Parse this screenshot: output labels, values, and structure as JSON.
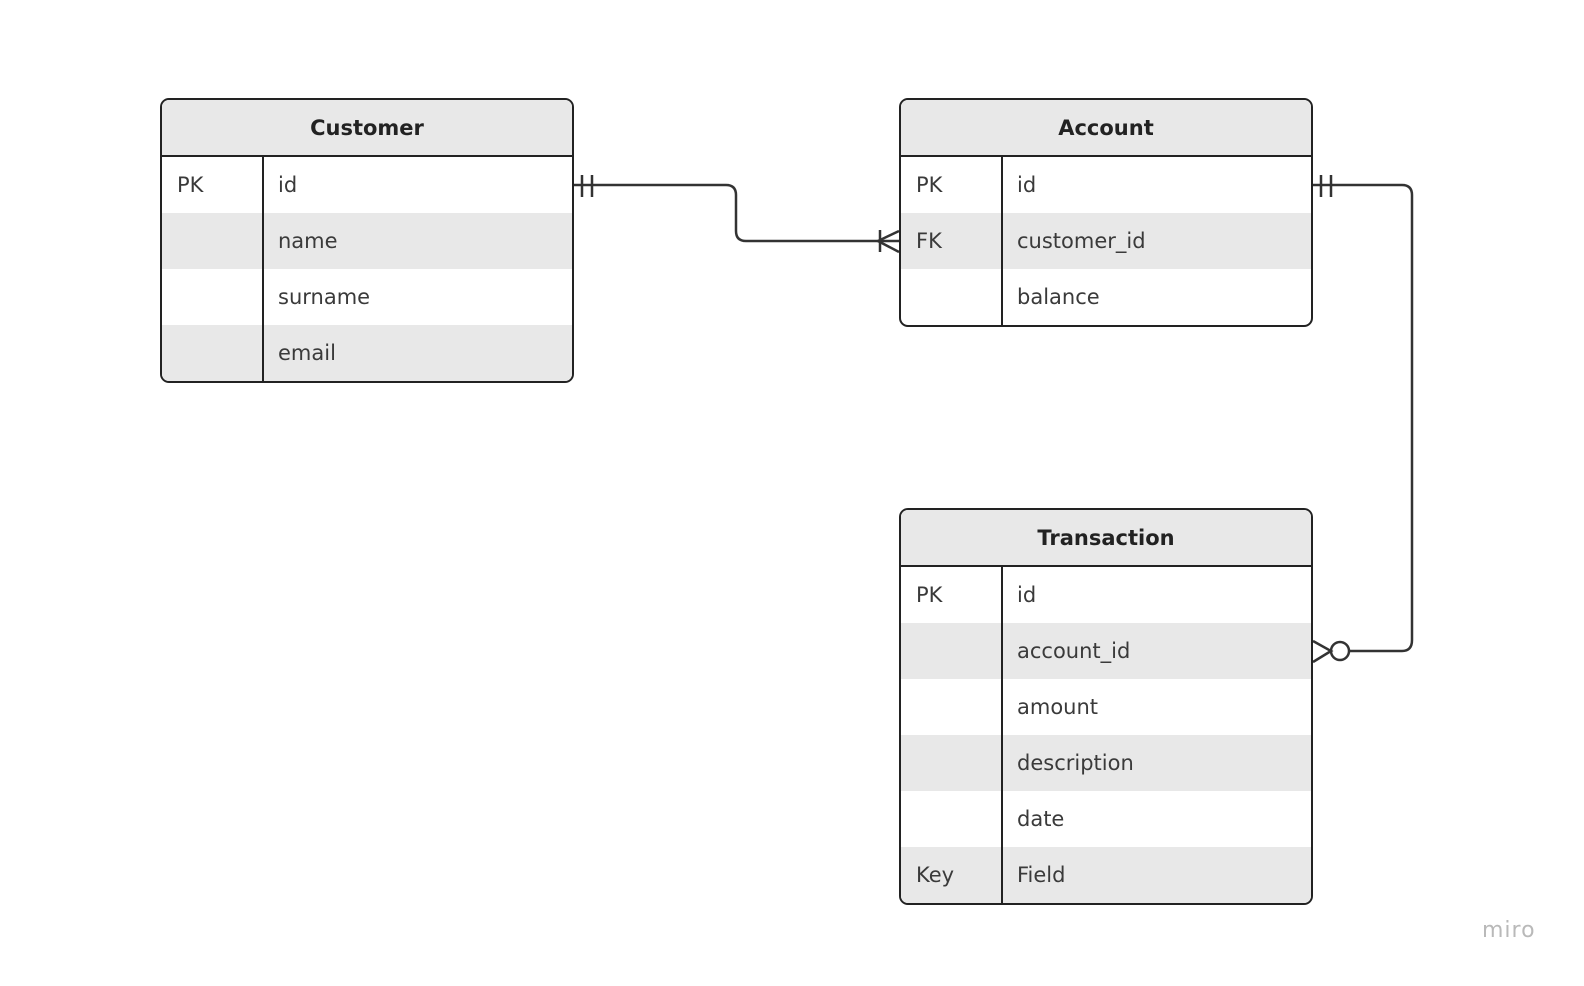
{
  "entities": [
    {
      "title": "Customer",
      "rows": [
        {
          "key": "PK",
          "field": "id"
        },
        {
          "key": "",
          "field": "name"
        },
        {
          "key": "",
          "field": "surname"
        },
        {
          "key": "",
          "field": "email"
        }
      ]
    },
    {
      "title": "Account",
      "rows": [
        {
          "key": "PK",
          "field": "id"
        },
        {
          "key": "FK",
          "field": "customer_id"
        },
        {
          "key": "",
          "field": "balance"
        }
      ]
    },
    {
      "title": "Transaction",
      "rows": [
        {
          "key": "PK",
          "field": "id"
        },
        {
          "key": "",
          "field": "account_id"
        },
        {
          "key": "",
          "field": "amount"
        },
        {
          "key": "",
          "field": "description"
        },
        {
          "key": "",
          "field": "date"
        },
        {
          "key": "Key",
          "field": "Field"
        }
      ]
    }
  ],
  "relationships": [
    {
      "from": "Customer.id",
      "to": "Account.customer_id",
      "from_cardinality": "exactly-one",
      "to_cardinality": "one-or-many"
    },
    {
      "from": "Account.id",
      "to": "Transaction.account_id",
      "from_cardinality": "exactly-one",
      "to_cardinality": "zero-or-many"
    }
  ],
  "watermark": "miro",
  "colors": {
    "line": "#222222",
    "header_bg": "#e8e8e8",
    "alt_row_bg": "#e8e8e8",
    "text": "#3a3a3a",
    "watermark": "#b9b9b9"
  }
}
